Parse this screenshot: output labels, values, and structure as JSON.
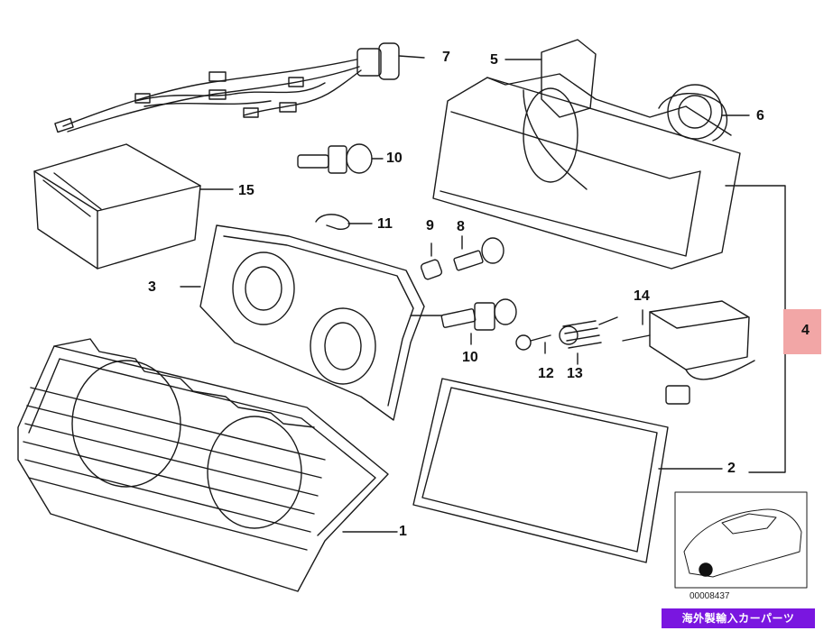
{
  "callouts": {
    "c1": "1",
    "c2": "2",
    "c3": "3",
    "c4": "4",
    "c5": "5",
    "c6": "6",
    "c7": "7",
    "c8": "8",
    "c9": "9",
    "c10a": "10",
    "c10b": "10",
    "c11": "11",
    "c12": "12",
    "c13": "13",
    "c14": "14",
    "c15": "15"
  },
  "inset": {
    "code": "00008437"
  },
  "watermark": {
    "text": "海外製輸入カーパーツ"
  },
  "colors": {
    "line": "#1a1a1a",
    "highlight": "#f2a6a6",
    "watermark_bg": "#7a16e0"
  }
}
